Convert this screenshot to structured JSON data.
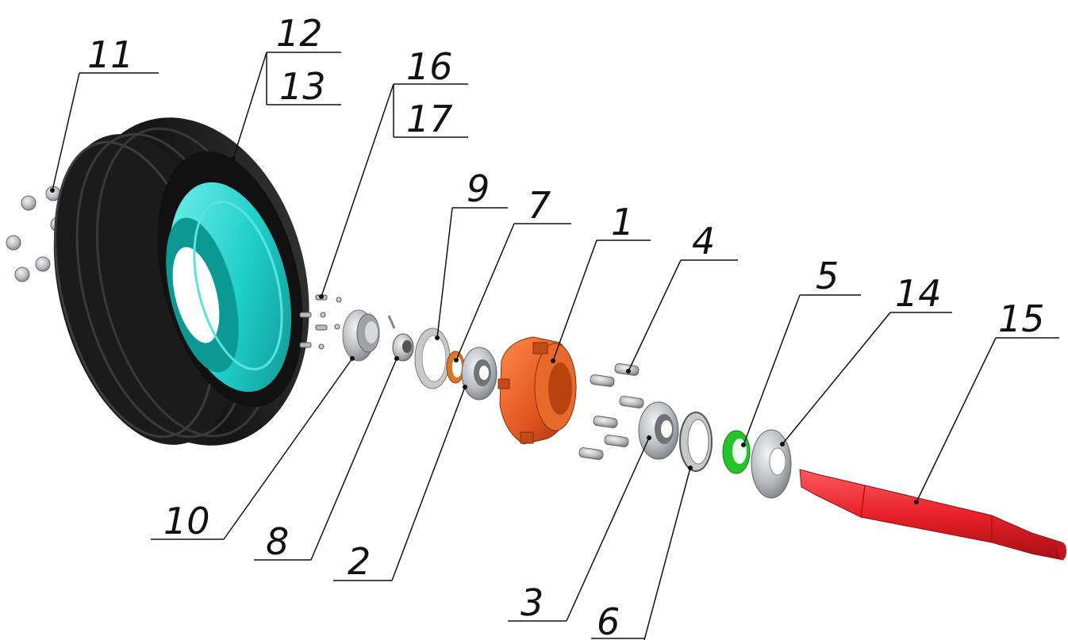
{
  "parts": [
    {
      "id": "1",
      "label": "1"
    },
    {
      "id": "2",
      "label": "2"
    },
    {
      "id": "3",
      "label": "3"
    },
    {
      "id": "4",
      "label": "4"
    },
    {
      "id": "5",
      "label": "5"
    },
    {
      "id": "6",
      "label": "6"
    },
    {
      "id": "7",
      "label": "7"
    },
    {
      "id": "8",
      "label": "8"
    },
    {
      "id": "9",
      "label": "9"
    },
    {
      "id": "10",
      "label": "10"
    },
    {
      "id": "11",
      "label": "11"
    },
    {
      "id": "12",
      "label": "12"
    },
    {
      "id": "13",
      "label": "13"
    },
    {
      "id": "14",
      "label": "14"
    },
    {
      "id": "15",
      "label": "15"
    },
    {
      "id": "16",
      "label": "16"
    },
    {
      "id": "17",
      "label": "17"
    }
  ],
  "colors": {
    "tire": "#1f1f1f",
    "rim": "#20d6d0",
    "hub": "#e0541f",
    "seal_orange": "#d9772a",
    "seal_green": "#26c42a",
    "axle": "#e8212a",
    "metal": "#c7c9cc"
  }
}
